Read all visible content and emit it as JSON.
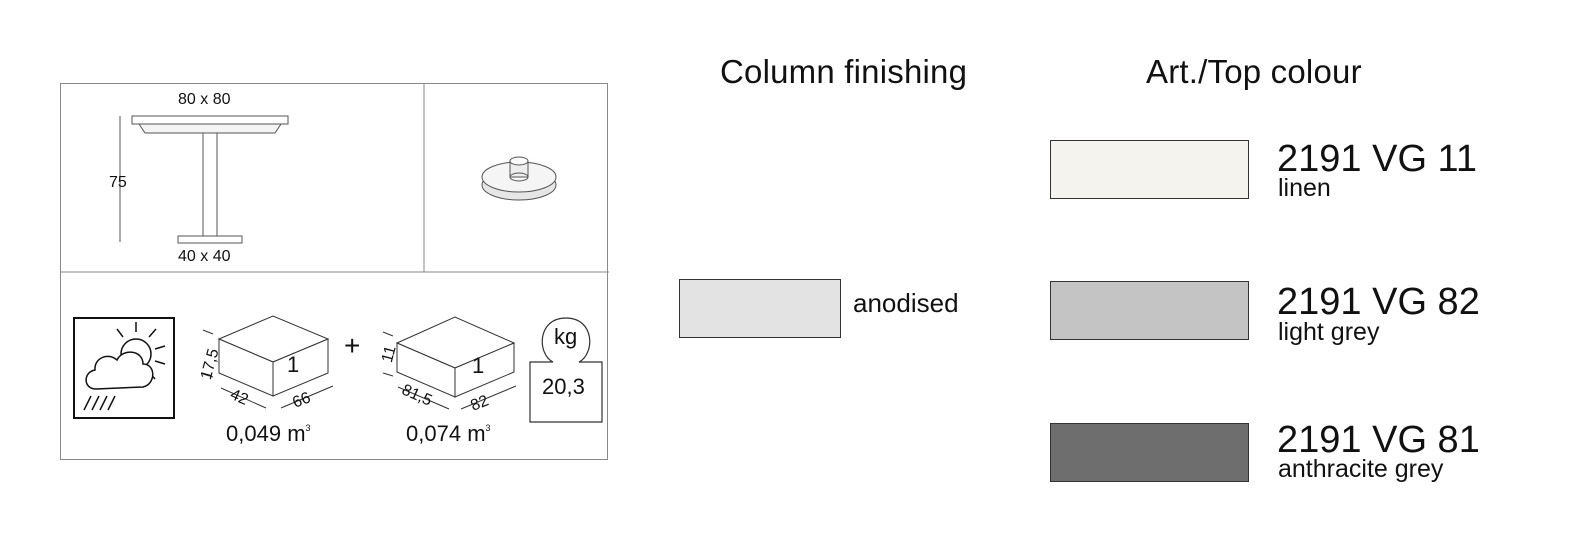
{
  "spec": {
    "top_size": "80 x 80",
    "height": "75",
    "base_size": "40 x 40",
    "package1": {
      "height": "17,5",
      "depth": "42",
      "width": "66",
      "count": "1",
      "volume": "0,049",
      "unit": "m",
      "unit_sup": "3"
    },
    "plus": "+",
    "package2": {
      "height": "11",
      "depth": "81,5",
      "width": "82",
      "count": "1",
      "volume": "0,074",
      "unit": "m",
      "unit_sup": "3"
    },
    "weight_unit": "kg",
    "weight": "20,3"
  },
  "icons": {
    "weather": "sun-cloud-rain-icon",
    "base": "round-base-icon",
    "weight": "weight-icon"
  },
  "column_finishing": {
    "heading": "Column finishing",
    "options": [
      {
        "label": "anodised",
        "color": "#e3e3e3"
      }
    ]
  },
  "top_colour": {
    "heading": "Art./Top colour",
    "options": [
      {
        "code": "2191 VG 11",
        "name": "linen",
        "color": "#f4f3ee"
      },
      {
        "code": "2191 VG 82",
        "name": "light grey",
        "color": "#c4c4c4"
      },
      {
        "code": "2191 VG 81",
        "name": "anthracite grey",
        "color": "#6e6e6e"
      }
    ]
  }
}
